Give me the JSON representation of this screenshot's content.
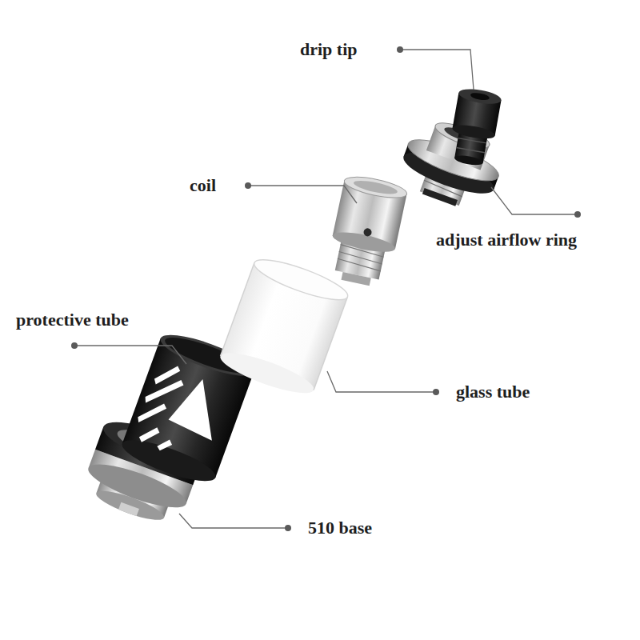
{
  "diagram": {
    "labels": [
      "drip tip",
      "coil",
      "adjust airflow ring",
      "protective tube",
      "glass tube",
      "510 base"
    ]
  }
}
